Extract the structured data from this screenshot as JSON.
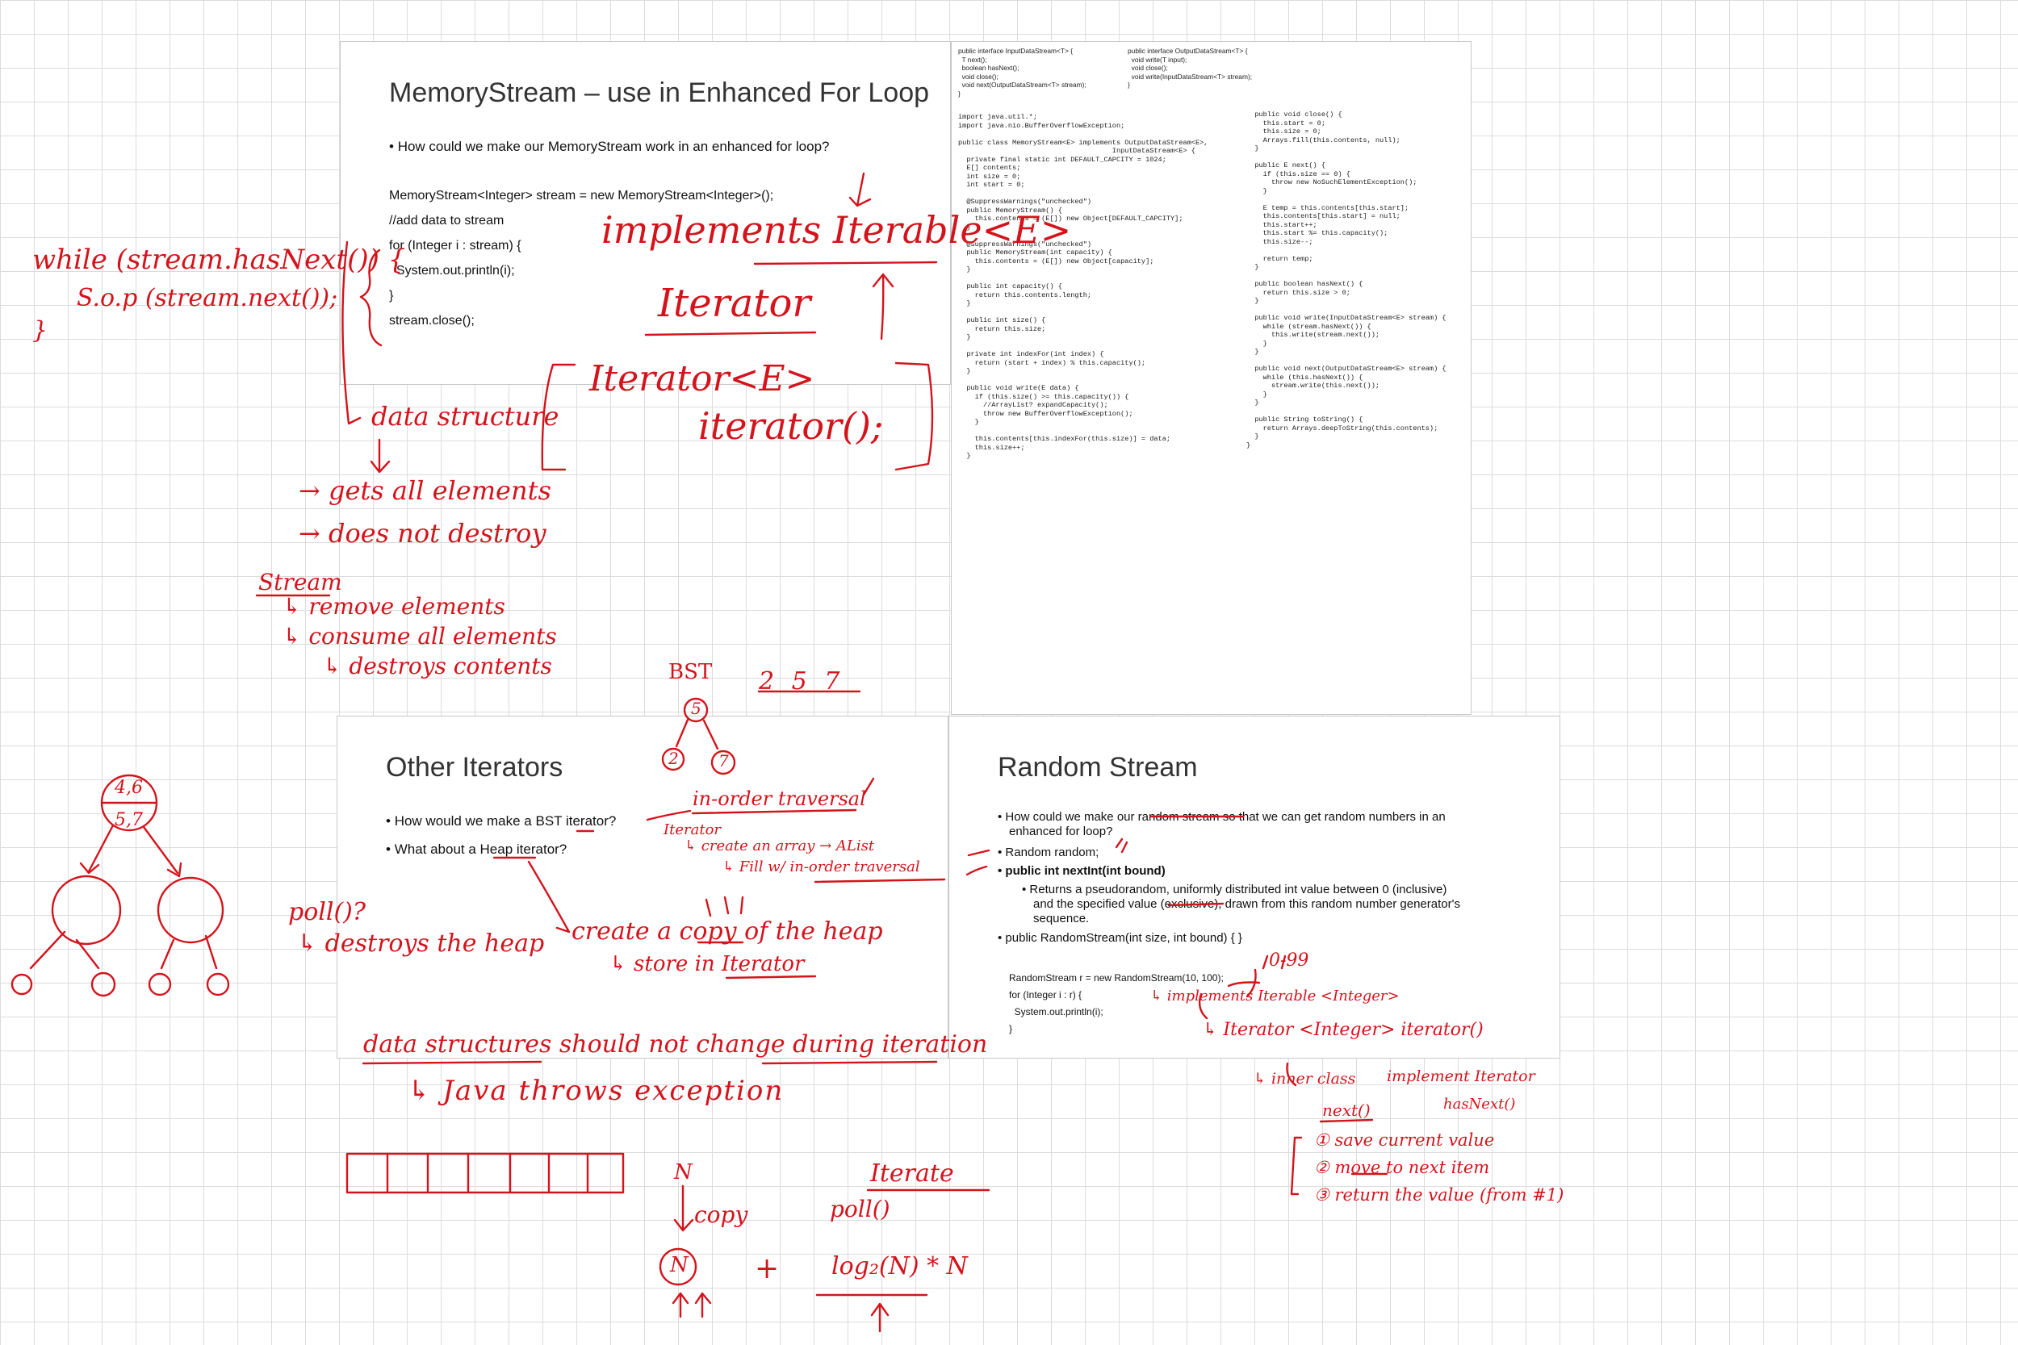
{
  "slides": {
    "memory_stream": {
      "title": "MemoryStream – use in Enhanced For Loop",
      "bullet": "How could we make our MemoryStream work in an enhanced for loop?",
      "code": [
        "MemoryStream<Integer> stream = new MemoryStream<Integer>();",
        "//add data to stream",
        "for (Integer i : stream) {",
        "  System.out.println(i);",
        "}",
        "stream.close();"
      ]
    },
    "code_listing": {
      "iface_input": [
        "public interface InputDataStream<T> {",
        "  T next();",
        "  boolean hasNext();",
        "  void close();",
        "  void next(OutputDataStream<T> stream);",
        "}"
      ],
      "iface_output": [
        "public interface OutputDataStream<T> {",
        "  void write(T input);",
        "  void close();",
        "  void write(InputDataStream<T> stream);",
        "}"
      ],
      "left_column": [
        "import java.util.*;",
        "import java.nio.BufferOverflowException;",
        "",
        "public class MemoryStream<E> implements OutputDataStream<E>,",
        "                                     InputDataStream<E> {",
        "  private final static int DEFAULT_CAPCITY = 1024;",
        "  E[] contents;",
        "  int size = 0;",
        "  int start = 0;",
        "",
        "  @SuppressWarnings(\"unchecked\")",
        "  public MemoryStream() {",
        "    this.contents = (E[]) new Object[DEFAULT_CAPCITY];",
        "  }",
        "",
        "  @SuppressWarnings(\"unchecked\")",
        "  public MemoryStream(int capacity) {",
        "    this.contents = (E[]) new Object[capacity];",
        "  }",
        "",
        "  public int capacity() {",
        "    return this.contents.length;",
        "  }",
        "",
        "  public int size() {",
        "    return this.size;",
        "  }",
        "",
        "  private int indexFor(int index) {",
        "    return (start + index) % this.capacity();",
        "  }",
        "",
        "  public void write(E data) {",
        "    if (this.size() >= this.capacity()) {",
        "      //ArrayList? expandCapacity();",
        "      throw new BufferOverflowException();",
        "    }",
        "",
        "    this.contents[this.indexFor(this.size)] = data;",
        "    this.size++;",
        "  }"
      ],
      "right_column": [
        "  public void close() {",
        "    this.start = 0;",
        "    this.size = 0;",
        "    Arrays.fill(this.contents, null);",
        "  }",
        "",
        "  public E next() {",
        "    if (this.size == 0) {",
        "      throw new NoSuchElementException();",
        "    }",
        "",
        "    E temp = this.contents[this.start];",
        "    this.contents[this.start] = null;",
        "    this.start++;",
        "    this.start %= this.capacity();",
        "    this.size--;",
        "",
        "    return temp;",
        "  }",
        "",
        "  public boolean hasNext() {",
        "    return this.size > 0;",
        "  }",
        "",
        "  public void write(InputDataStream<E> stream) {",
        "    while (stream.hasNext()) {",
        "      this.write(stream.next());",
        "    }",
        "  }",
        "",
        "  public void next(OutputDataStream<E> stream) {",
        "    while (this.hasNext()) {",
        "      stream.write(this.next());",
        "    }",
        "  }",
        "",
        "  public String toString() {",
        "    return Arrays.deepToString(this.contents);",
        "  }",
        "}"
      ]
    },
    "other_iterators": {
      "title": "Other Iterators",
      "bullets": [
        "How would we make a BST iterator?",
        "What about a Heap iterator?"
      ]
    },
    "random_stream": {
      "title": "Random Stream",
      "bullets": [
        "How could we make our random stream so that we can get random numbers in an",
        "enhanced for loop?",
        "Random random;",
        "public int nextInt(int bound)",
        "Returns a pseudorandom, uniformly distributed int value between 0 (inclusive)",
        "and the specified value (exclusive), drawn from this random number generator's",
        "sequence.",
        "public RandomStream(int size, int bound) { }"
      ],
      "code": [
        "RandomStream r = new RandomStream(10, 100);",
        "for (Integer i : r) {",
        "  System.out.println(i);",
        "}"
      ]
    }
  },
  "handwriting": {
    "while_a": "while (stream.hasNext()) {",
    "while_b": "S.o.p (stream.next());",
    "while_c": "}",
    "implements_iterable": "implements Iterable<E>",
    "iterator_word": "Iterator",
    "iterator_e": "Iterator<E>",
    "iterator_method": "iterator();",
    "data_structure": "data structure",
    "gets_all": "→ gets all elements",
    "not_destroy": "→ does not destroy",
    "stream": "Stream",
    "remove": "↳ remove elements",
    "consume": "↳ consume all elements",
    "destroys": "↳ destroys contents",
    "bst": "BST",
    "nums": "2 5 7",
    "node5": "5",
    "node2": "2",
    "node7": "7",
    "heap_top": "4,6",
    "heap_top2": "5,7",
    "in_order": "in-order traversal",
    "iterator_small": "Iterator",
    "create_array": "↳ create an array → AList",
    "fill_w": "↳ Fill w/ in-order traversal",
    "poll": "poll()?",
    "destroys_heap": "↳ destroys the heap",
    "create_copy": "create a copy of the heap",
    "store_iter": "↳ store in Iterator",
    "ds_no_change": "data structures should not change during iteration",
    "java_throws": "↳ Java throws exception",
    "n_top": "N",
    "copy": "copy",
    "n_circle": "N",
    "plus": "+",
    "iterate": "Iterate",
    "poll2": "poll()",
    "log": "log₂(N) * N",
    "range": "0-99",
    "impl_iterable_int": "↳ implements Iterable <Integer>",
    "iter_int": "↳ Iterator <Integer> iterator()",
    "inner_class": "↳ inner class",
    "implement_iterator": "implement Iterator",
    "next": "next()",
    "hasnext": "hasNext()",
    "step1": "① save current value",
    "step2": "② move to next item",
    "step3": "③ return the value (from #1)"
  }
}
